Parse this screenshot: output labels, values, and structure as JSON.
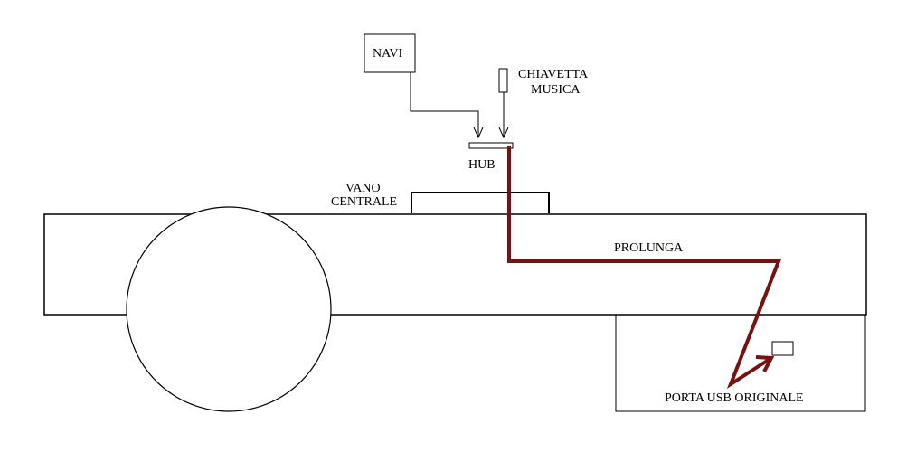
{
  "labels": {
    "navi": "NAVI",
    "chiavetta_line1": "CHIAVETTA",
    "chiavetta_line2": "MUSICA",
    "hub": "HUB",
    "vano_line1": "VANO",
    "vano_line2": "CENTRALE",
    "prolunga": "PROLUNGA",
    "porta_usb": "PORTA USB ORIGINALE"
  },
  "colors": {
    "line": "#000000",
    "cable": "#7a1010",
    "background": "#ffffff"
  }
}
